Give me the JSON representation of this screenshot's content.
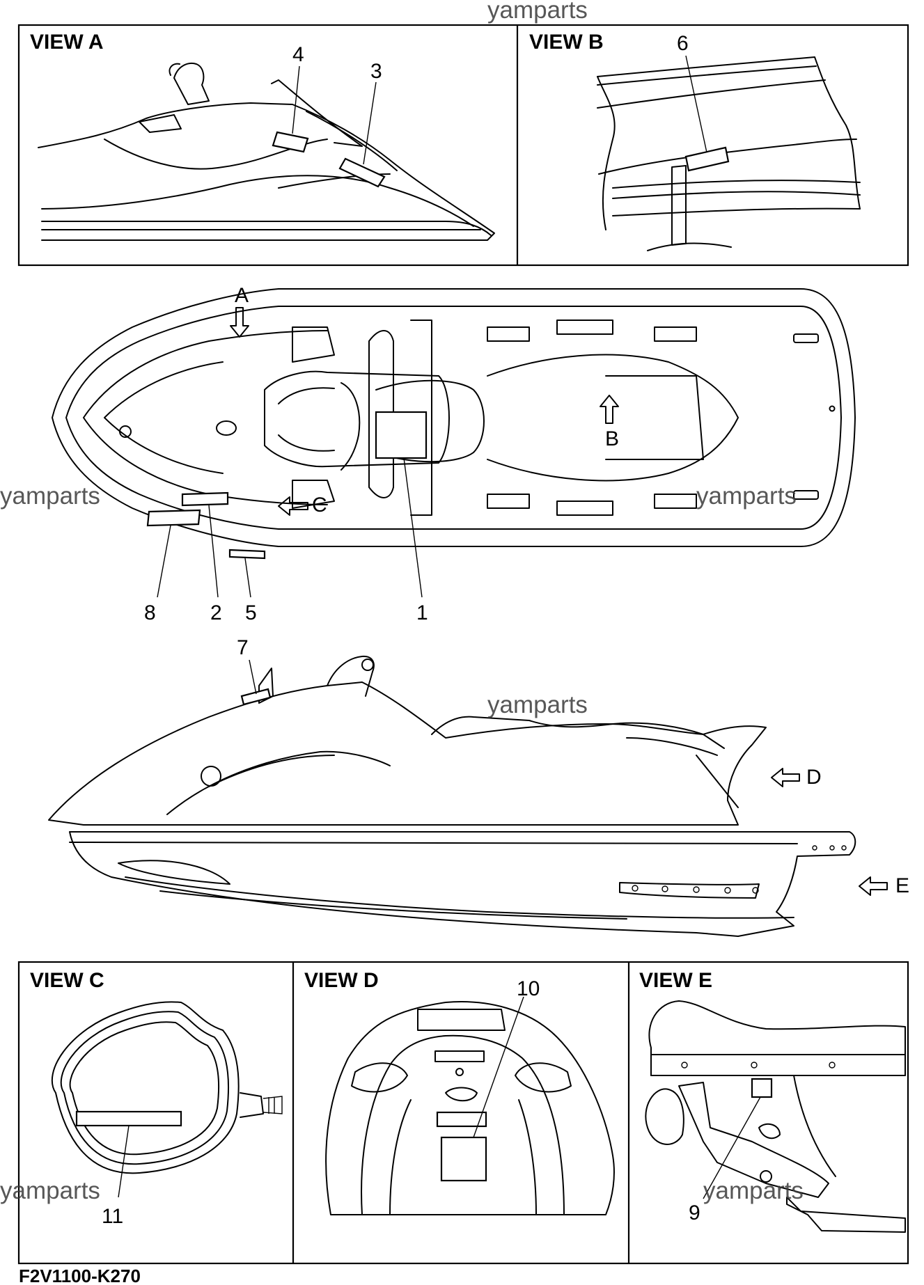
{
  "watermarks": [
    "yamparts",
    "yamparts",
    "yamparts",
    "yamparts",
    "yamparts",
    "yamparts"
  ],
  "views": {
    "a": "VIEW A",
    "b": "VIEW B",
    "c": "VIEW C",
    "d": "VIEW D",
    "e": "VIEW E"
  },
  "callouts": {
    "p1": "1",
    "p2": "2",
    "p3": "3",
    "p4": "4",
    "p5": "5",
    "p6": "6",
    "p7": "7",
    "p8": "8",
    "p9": "9",
    "p10": "10",
    "p11": "11"
  },
  "view_arrows": {
    "a": "A",
    "b": "B",
    "c": "C",
    "d": "D",
    "e": "E"
  },
  "figure_code": "F2V1100-K270"
}
